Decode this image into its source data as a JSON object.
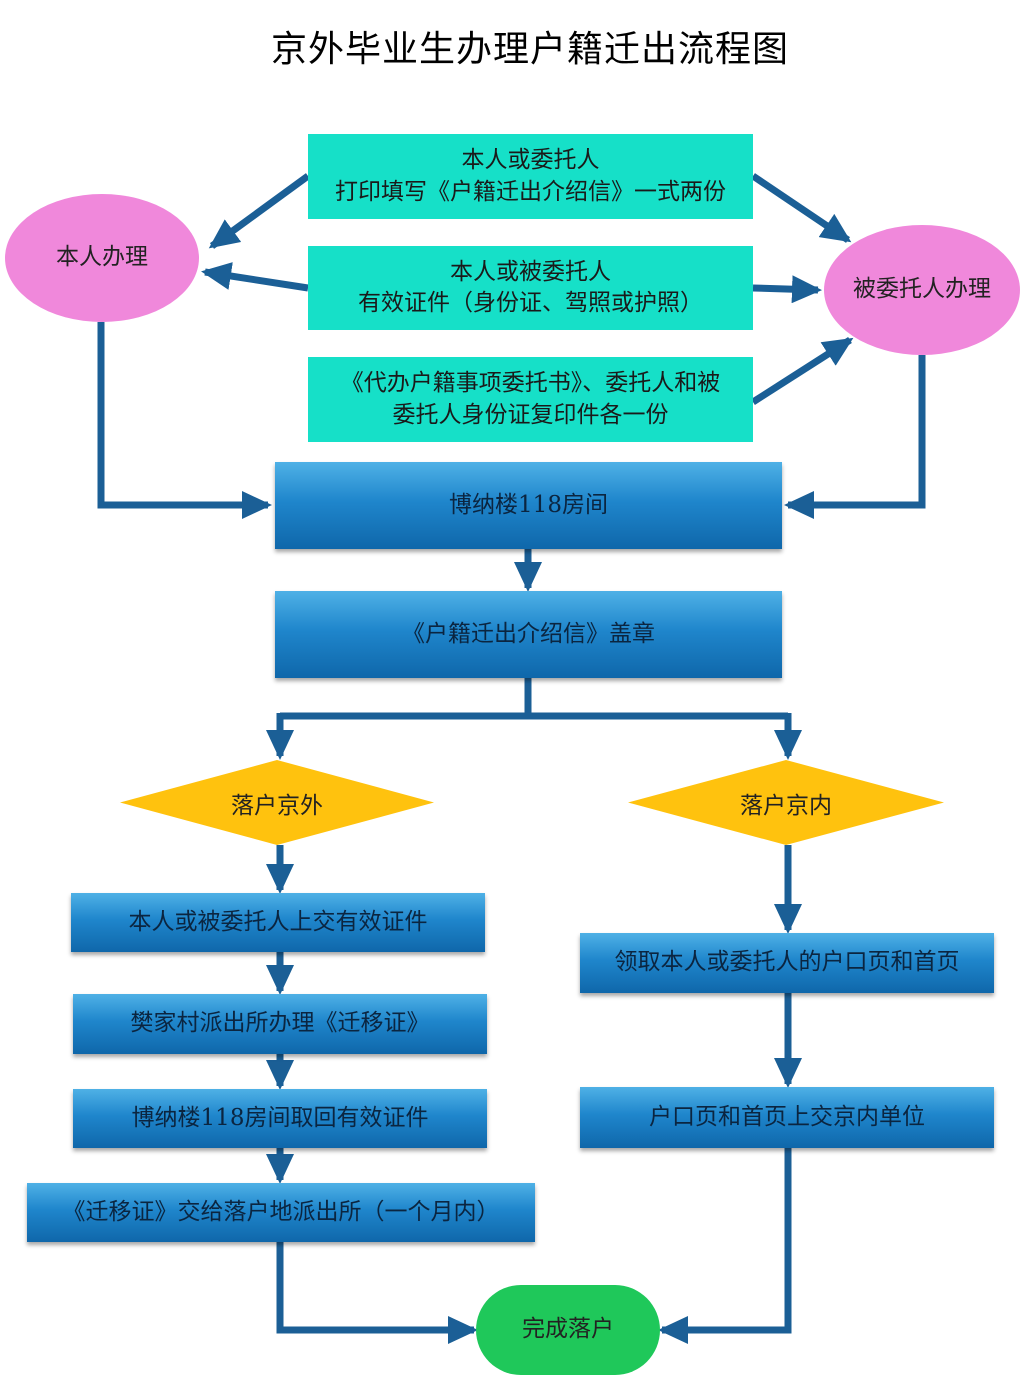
{
  "title": "京外毕业生办理户籍迁出流程图",
  "nodes": {
    "self_handle": "本人办理",
    "agent_handle": "被委托人办理",
    "req1": {
      "line1": "本人或委托人",
      "line2": "打印填写《户籍迁出介绍信》一式两份"
    },
    "req2": {
      "line1": "本人或被委托人",
      "line2": "有效证件（身份证、驾照或护照）"
    },
    "req3": {
      "line1": "《代办户籍事项委托书》、委托人和被",
      "line2": "委托人身份证复印件各一份"
    },
    "room": "博纳楼118房间",
    "stamp": "《户籍迁出介绍信》盖章",
    "outside": "落户京外",
    "inside": "落户京内",
    "out_step1": "本人或被委托人上交有效证件",
    "out_step2": "樊家村派出所办理《迁移证》",
    "out_step3": "博纳楼118房间取回有效证件",
    "out_step4": "《迁移证》交给落户地派出所（一个月内）",
    "in_step1": "领取本人或委托人的户口页和首页",
    "in_step2": "户口页和首页上交京内单位",
    "done": "完成落户"
  },
  "colors": {
    "teal": "#16e0c8",
    "blue": "#1f86cc",
    "pink": "#f088db",
    "yellow": "#ffc20e",
    "green": "#1fc85a",
    "arrow": "#1b5f96"
  }
}
